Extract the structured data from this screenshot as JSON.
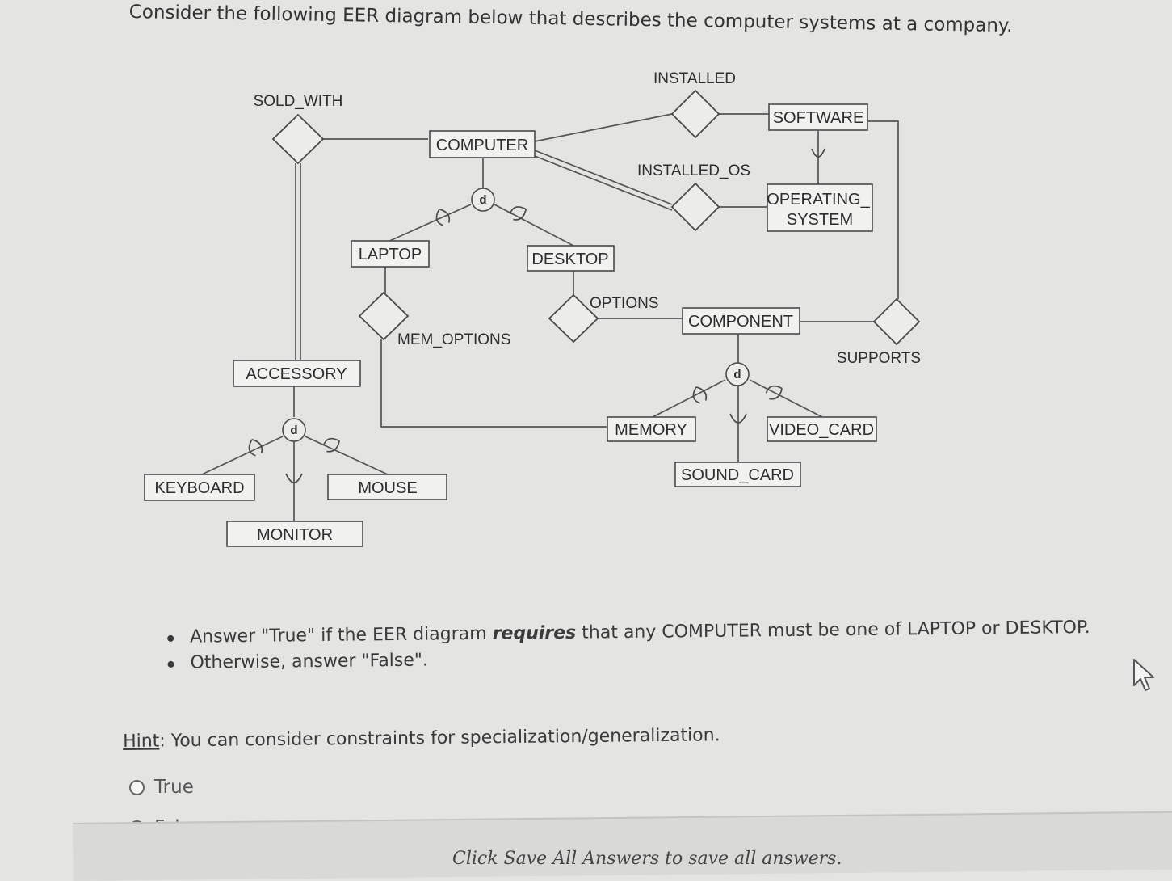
{
  "intro": "Consider the following EER diagram below that describes the computer systems at a company.",
  "diagram": {
    "entities": {
      "computer": "COMPUTER",
      "software": "SOFTWARE",
      "os_line1": "OPERATING_",
      "os_line2": "SYSTEM",
      "laptop": "LAPTOP",
      "desktop": "DESKTOP",
      "component": "COMPONENT",
      "accessory": "ACCESSORY",
      "keyboard": "KEYBOARD",
      "mouse": "MOUSE",
      "monitor": "MONITOR",
      "memory": "MEMORY",
      "video_card": "VIDEO_CARD",
      "sound_card": "SOUND_CARD"
    },
    "relationships": {
      "installed": "INSTALLED",
      "installed_os": "INSTALLED_OS",
      "sold_with": "SOLD_WITH",
      "options": "OPTIONS",
      "mem_options": "MEM_OPTIONS",
      "supports": "SUPPORTS"
    },
    "disjoint_symbol": "d"
  },
  "question": {
    "rule_true_prefix": "Answer \"True\" if the EER diagram ",
    "rule_true_emph": "requires",
    "rule_true_suffix": " that any COMPUTER must be one of LAPTOP or DESKTOP.",
    "rule_false": "Otherwise, answer \"False\".",
    "hint_label": "Hint",
    "hint_text": ": You can consider constraints for specialization/generalization.",
    "options": [
      "True",
      "False"
    ]
  },
  "footer": "Click Save All Answers to save all answers."
}
